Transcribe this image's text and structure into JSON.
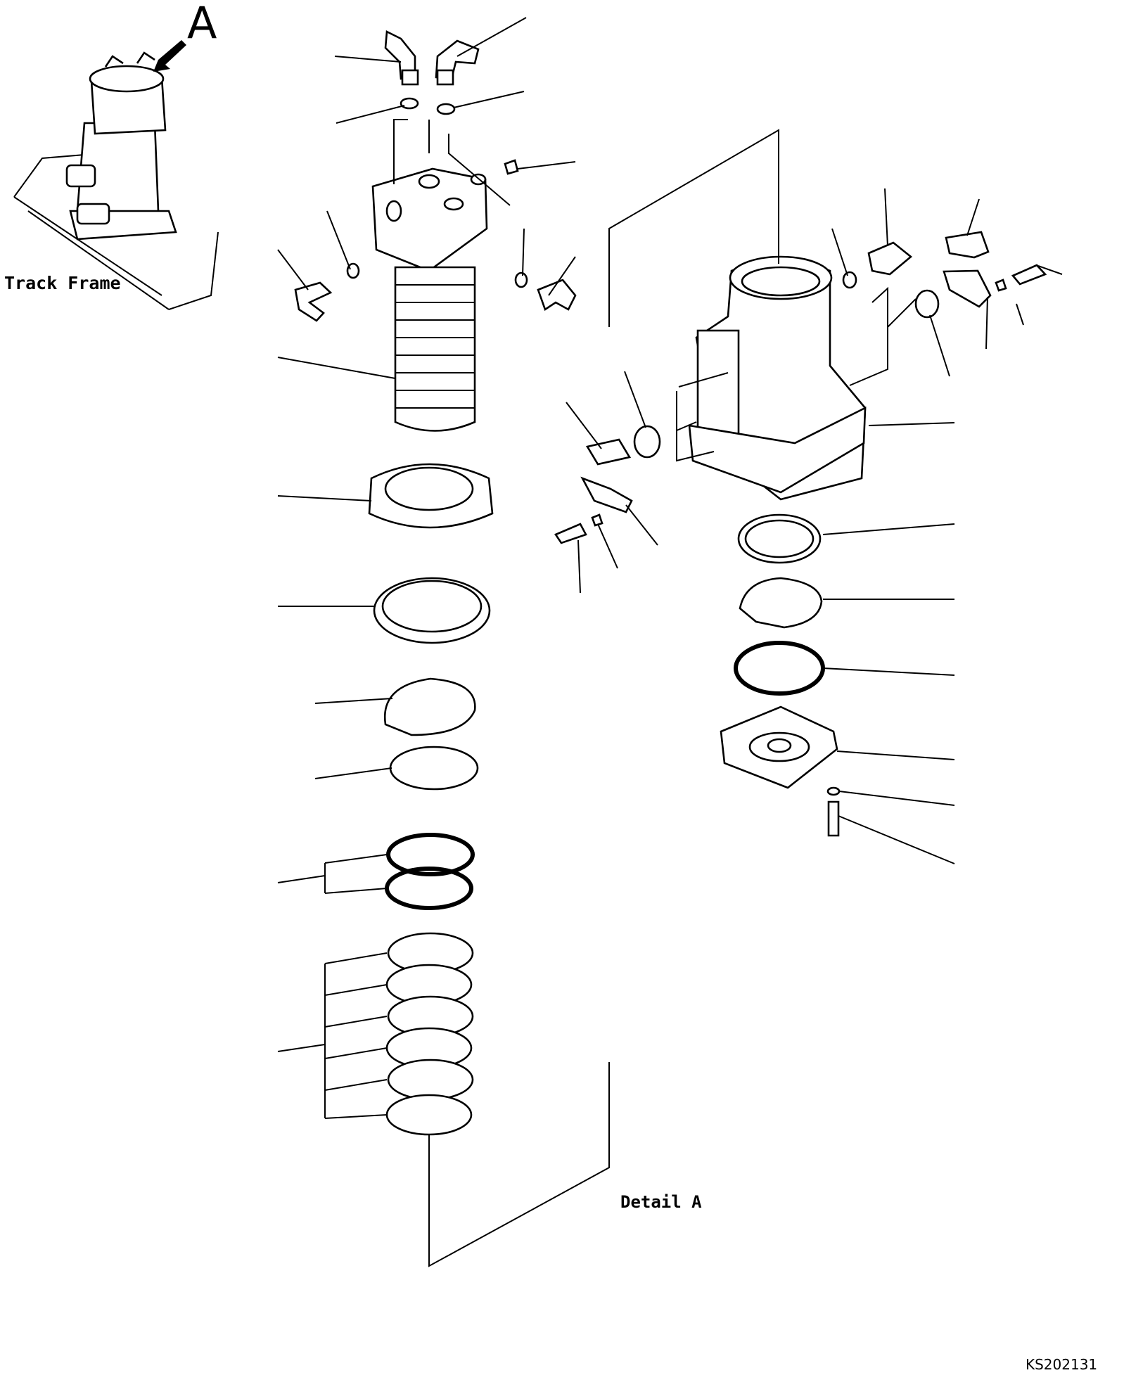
{
  "labels": {
    "view_marker": "A",
    "track_frame": "Track Frame",
    "detail": "Detail A",
    "figure_code": "KS202131"
  },
  "colors": {
    "ink": "#000000",
    "paper": "#ffffff"
  }
}
